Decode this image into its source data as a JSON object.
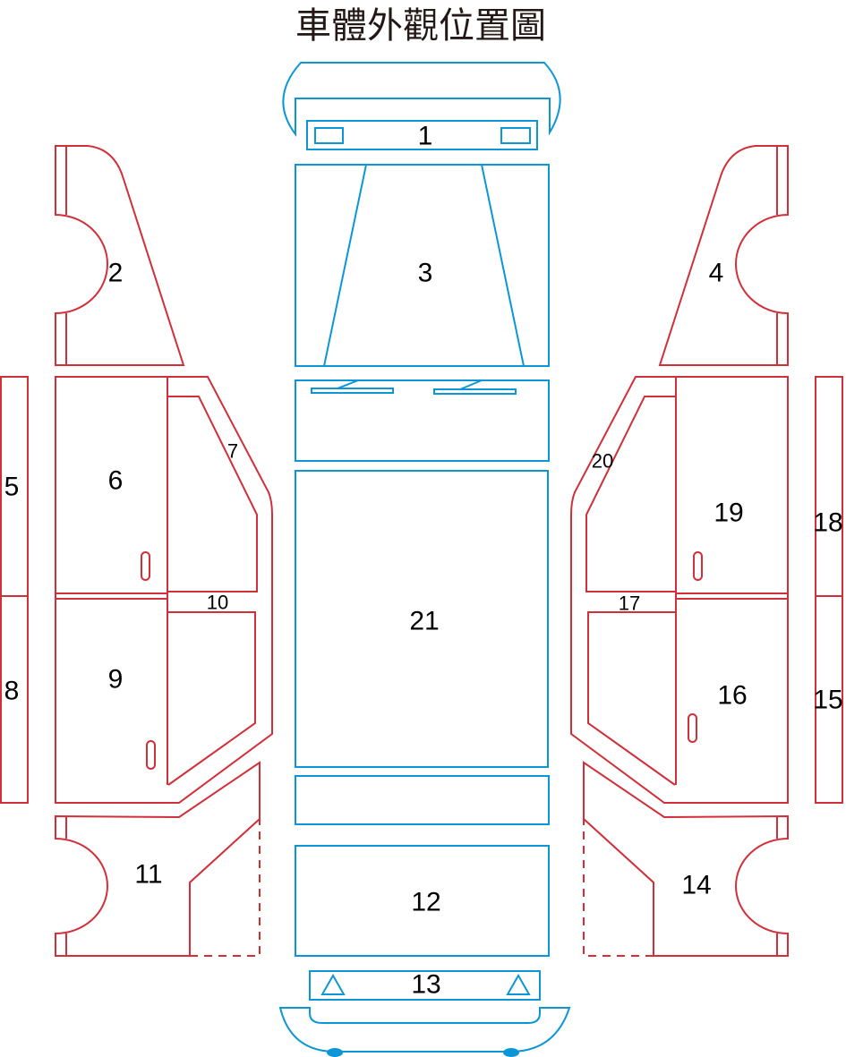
{
  "title": "車體外觀位置圖",
  "colors": {
    "side_panels": "#d12f3a",
    "center_panels": "#0d96d6",
    "text": "#000000"
  },
  "labels": {
    "p1": "1",
    "p2": "2",
    "p3": "3",
    "p4": "4",
    "p5": "5",
    "p6": "6",
    "p7": "7",
    "p8": "8",
    "p9": "9",
    "p10": "10",
    "p11": "11",
    "p12": "12",
    "p13": "13",
    "p14": "14",
    "p15": "15",
    "p16": "16",
    "p17": "17",
    "p18": "18",
    "p19": "19",
    "p20": "20",
    "p21": "21"
  }
}
